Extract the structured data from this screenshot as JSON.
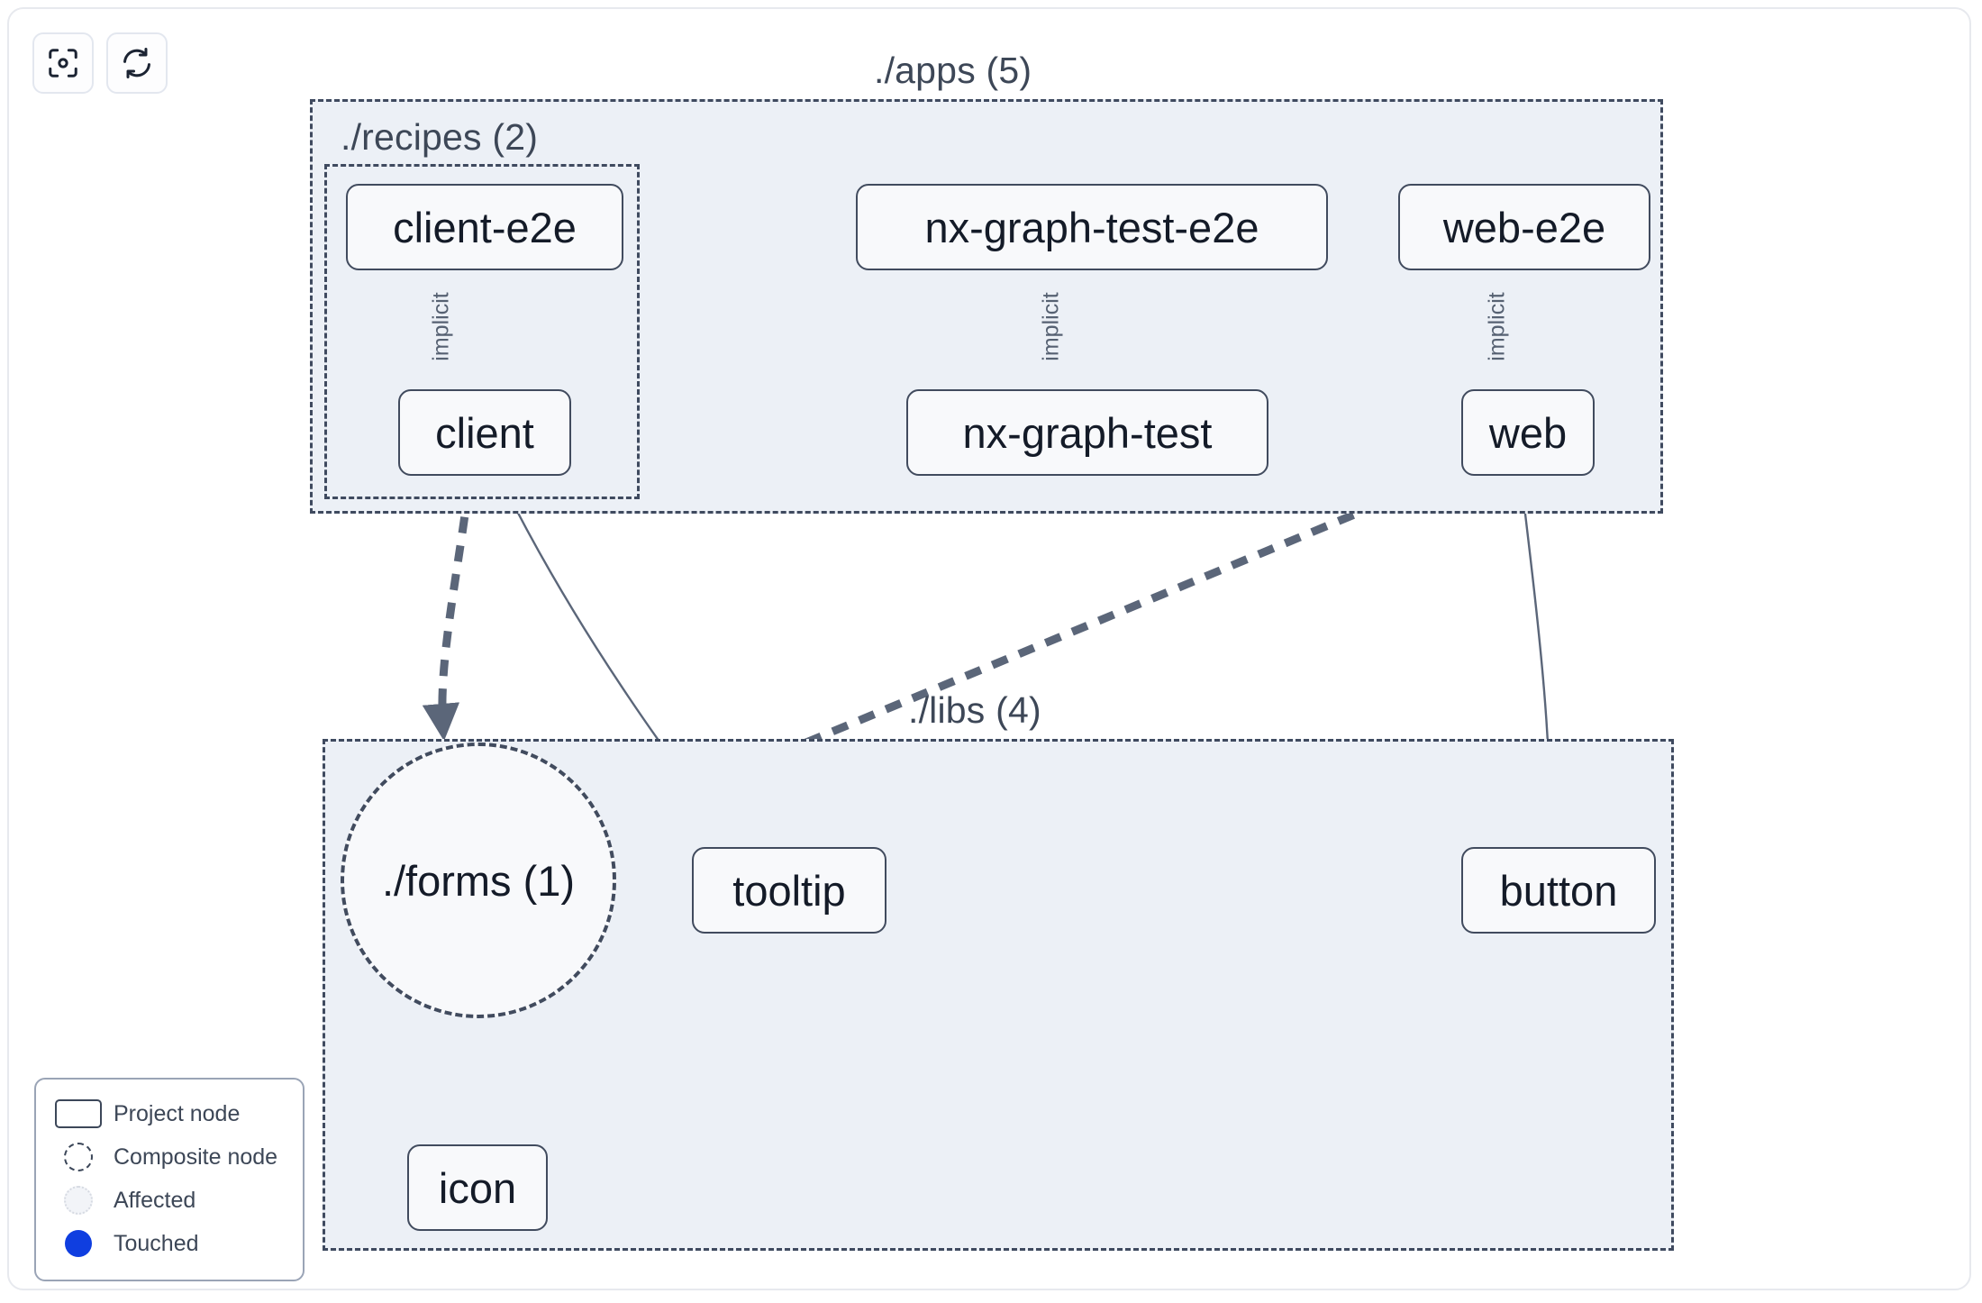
{
  "app": {
    "canvas_background": "#ffffff",
    "group_fill": "#ecf0f6",
    "node_fill": "#f8f9fb",
    "node_stroke": "#414b5e",
    "edge_color": "#566172",
    "touched_color": "#0f3ee0"
  },
  "toolbar": {
    "buttons": [
      {
        "name": "focus-graph-button",
        "icon": "focus-target-icon",
        "label": ""
      },
      {
        "name": "refresh-graph-button",
        "icon": "refresh-icon",
        "label": ""
      }
    ]
  },
  "groups": [
    {
      "id": "apps",
      "label": "./apps (5)",
      "count": 5
    },
    {
      "id": "recipes",
      "label": "./recipes (2)",
      "count": 2
    },
    {
      "id": "libs",
      "label": "./libs (4)",
      "count": 4
    }
  ],
  "nodes": [
    {
      "id": "client-e2e",
      "label": "client-e2e",
      "type": "project",
      "group": "recipes"
    },
    {
      "id": "nx-graph-test-e2e",
      "label": "nx-graph-test-e2e",
      "type": "project",
      "group": "apps"
    },
    {
      "id": "web-e2e",
      "label": "web-e2e",
      "type": "project",
      "group": "apps"
    },
    {
      "id": "client",
      "label": "client",
      "type": "project",
      "group": "recipes"
    },
    {
      "id": "nx-graph-test",
      "label": "nx-graph-test",
      "type": "project",
      "group": "apps"
    },
    {
      "id": "web",
      "label": "web",
      "type": "project",
      "group": "apps"
    },
    {
      "id": "forms",
      "label": "./forms (1)",
      "type": "composite",
      "group": "libs"
    },
    {
      "id": "tooltip",
      "label": "tooltip",
      "type": "project",
      "group": "libs"
    },
    {
      "id": "button",
      "label": "button",
      "type": "project",
      "group": "libs"
    },
    {
      "id": "icon",
      "label": "icon",
      "type": "project",
      "group": "libs"
    }
  ],
  "edges": [
    {
      "source": "client-e2e",
      "target": "client",
      "label": "implicit",
      "style": "solid"
    },
    {
      "source": "nx-graph-test-e2e",
      "target": "nx-graph-test",
      "label": "implicit",
      "style": "solid"
    },
    {
      "source": "web-e2e",
      "target": "web",
      "label": "implicit",
      "style": "solid"
    },
    {
      "source": "client",
      "target": "forms",
      "label": "",
      "style": "dashed"
    },
    {
      "source": "client",
      "target": "tooltip",
      "label": "",
      "style": "solid"
    },
    {
      "source": "web",
      "target": "forms",
      "label": "",
      "style": "dashed"
    },
    {
      "source": "web",
      "target": "button",
      "label": "",
      "style": "solid"
    },
    {
      "source": "forms",
      "target": "icon",
      "label": "",
      "style": "dashed"
    }
  ],
  "legend": {
    "items": [
      {
        "swatch": "project-node-swatch",
        "label": "Project node"
      },
      {
        "swatch": "composite-node-swatch",
        "label": "Composite node"
      },
      {
        "swatch": "affected-swatch",
        "label": "Affected"
      },
      {
        "swatch": "touched-swatch",
        "label": "Touched"
      }
    ]
  }
}
